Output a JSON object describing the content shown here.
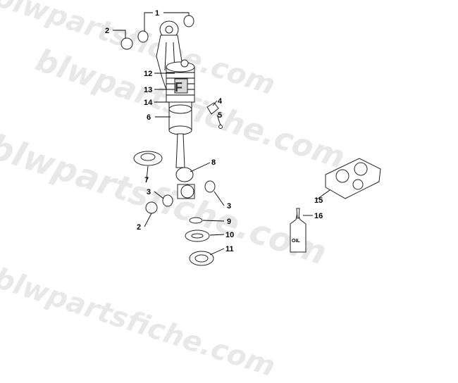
{
  "watermark": "blwpartsfiche.com",
  "oil_label": "OIL",
  "callouts": [
    "1",
    "2",
    "12",
    "13",
    "14",
    "6",
    "4",
    "5",
    "8",
    "7",
    "3",
    "3",
    "2",
    "9",
    "10",
    "11",
    "15",
    "16"
  ]
}
